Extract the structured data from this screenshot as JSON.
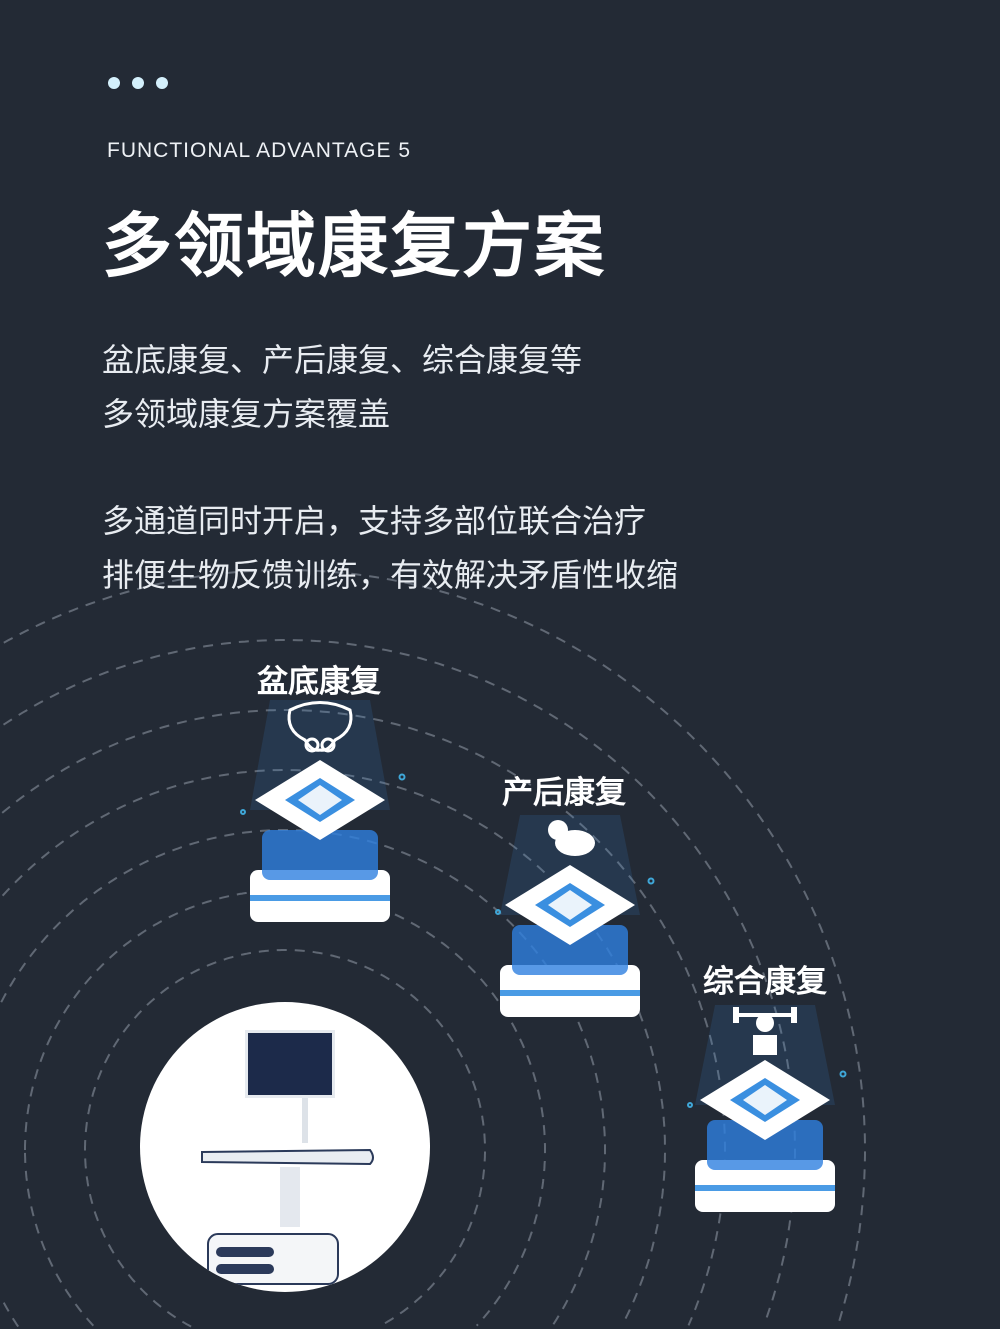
{
  "eyebrow": "FUNCTIONAL ADVANTAGE 5",
  "title": "多领域康复方案",
  "paragraph1": [
    "盆底康复、产后康复、综合康复等",
    "多领域康复方案覆盖"
  ],
  "paragraph2": [
    "多通道同时开启，支持多部位联合治疗",
    "排便生物反馈训练，有效解决矛盾性收缩"
  ],
  "modules": [
    {
      "label": "盆底康复",
      "icon": "pelvis-icon"
    },
    {
      "label": "产后康复",
      "icon": "baby-icon"
    },
    {
      "label": "综合康复",
      "icon": "dumbbell-person-icon"
    }
  ],
  "colors": {
    "background": "#232a35",
    "accent": "#3a8fe0",
    "dots": "#d4f0fc"
  }
}
